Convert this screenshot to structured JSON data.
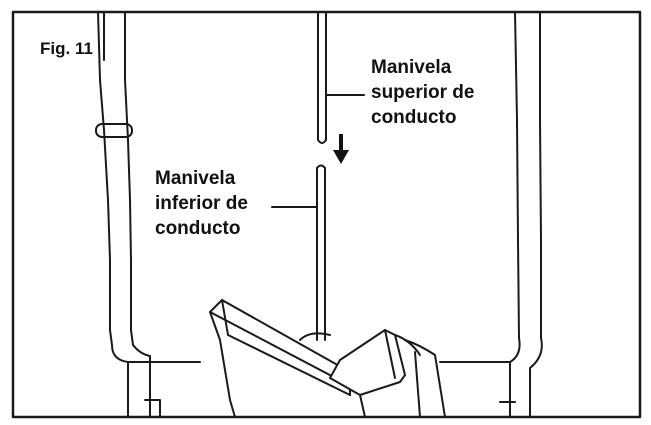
{
  "figure": {
    "label": "Fig. 11"
  },
  "callouts": {
    "upper": [
      "Manivela",
      "superior de",
      "conducto"
    ],
    "lower": [
      "Manivela",
      "inferior de",
      "conducto"
    ]
  },
  "icons": {
    "direction": "down-arrow-icon"
  },
  "colors": {
    "line": "#1a1a1a",
    "background": "#ffffff"
  }
}
